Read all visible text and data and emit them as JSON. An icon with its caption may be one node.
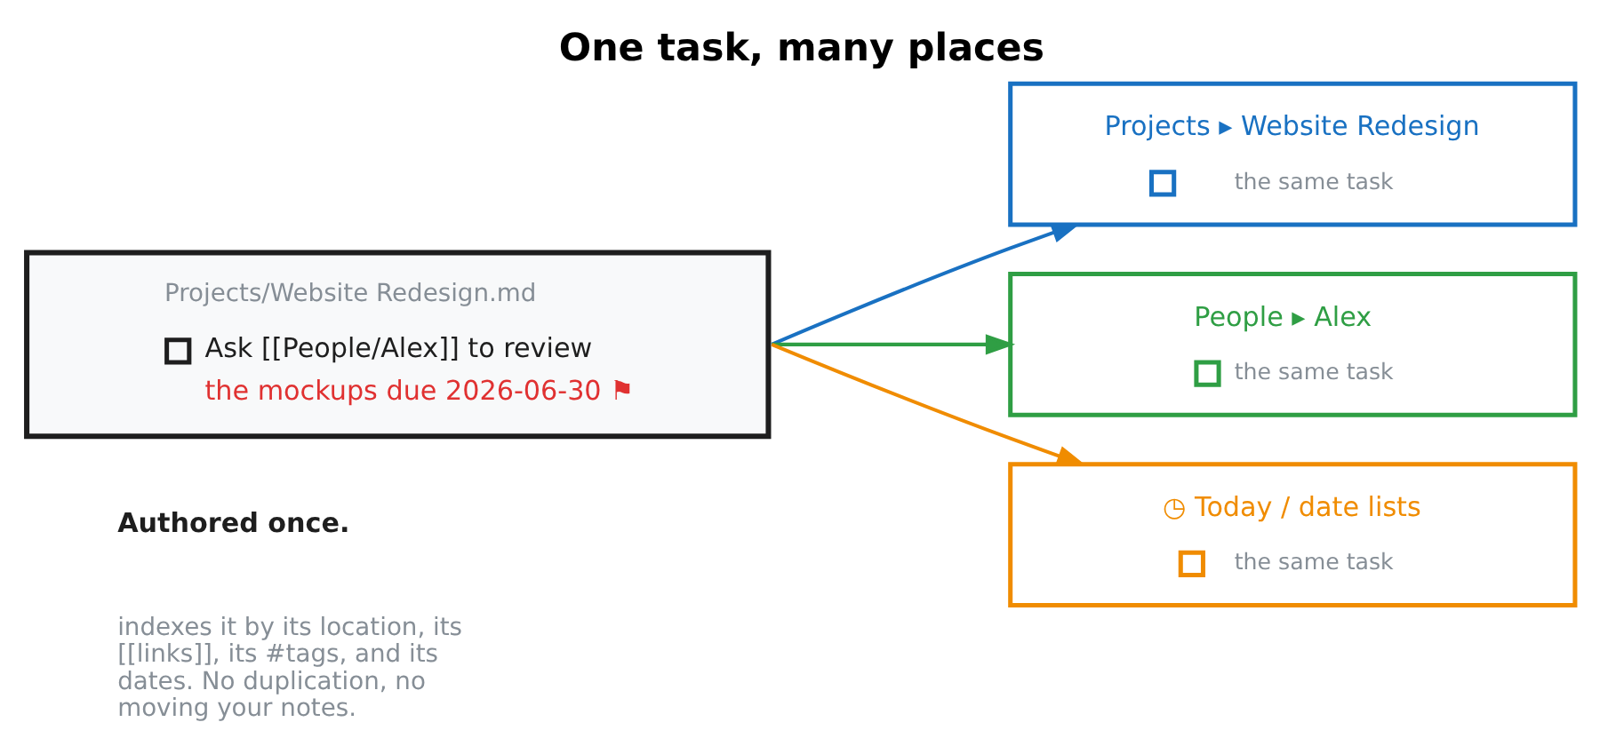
{
  "diagram": {
    "title": "One task, many places",
    "nodes": [
      {
        "text": [
          "Projects/Website Redesign.md",
          "Ask [[People/Alex]] to review",
          "the mockups due 2026-06-30 ⚑"
        ]
      },
      {
        "text": [
          "Projects ▸ Website Redesign",
          "the same task"
        ]
      },
      {
        "text": [
          "People ▸ Alex",
          "the same task"
        ]
      },
      {
        "text": [
          "◷ Today / date lists",
          "the same task"
        ]
      }
    ],
    "edges": [
      {
        "from": 0,
        "to": 1,
        "arrow": "to",
        "color": "#1971c2"
      },
      {
        "from": 0,
        "to": 2,
        "arrow": "to",
        "color": "#2f9e44"
      },
      {
        "from": 0,
        "to": 3,
        "arrow": "to",
        "color": "#f08c00"
      }
    ],
    "labels": [
      "Authored once.",
      "indexes it by its location, its [[links]], its #tags, and its dates. No duplication, no moving your notes."
    ]
  }
}
